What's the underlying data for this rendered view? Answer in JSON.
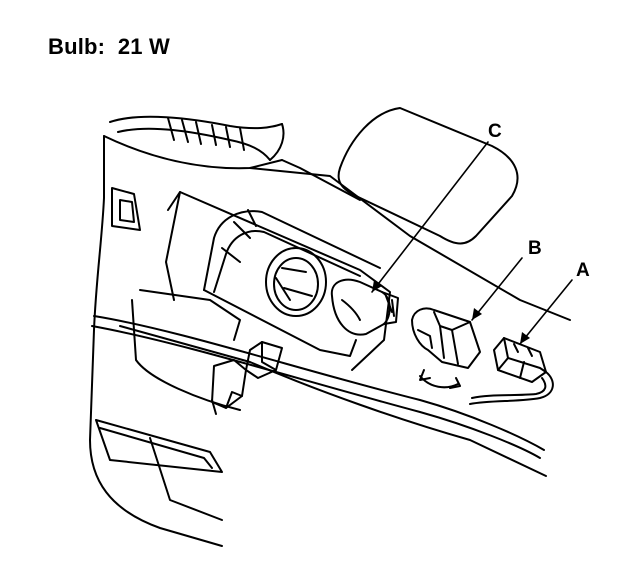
{
  "spec": {
    "label": "Bulb:",
    "value": "21 W"
  },
  "callouts": {
    "a": "A",
    "b": "B",
    "c": "C"
  },
  "colors": {
    "line": "#000000",
    "background": "#ffffff"
  }
}
